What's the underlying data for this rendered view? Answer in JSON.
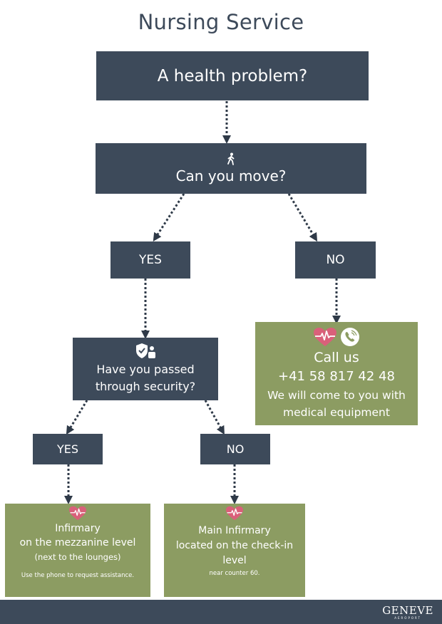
{
  "title": "Nursing Service",
  "nodes": {
    "health_problem": "A health problem?",
    "can_move": "Can you move?",
    "yes1": "YES",
    "no1": "NO",
    "passed_security": [
      "Have you passed",
      "through security?"
    ],
    "yes2": "YES",
    "no2": "NO",
    "call_us": {
      "heading": "Call us",
      "phone": "+41 58 817 42 48",
      "lines": [
        "We will come to you with",
        "medical equipment"
      ]
    },
    "infirmary_mezzanine": {
      "lines": [
        "Infirmary",
        "on the mezzanine level"
      ],
      "sub": "(next to the lounges)",
      "note": "Use the phone to request assistance."
    },
    "main_infirmary": {
      "lines": [
        "Main Infirmary",
        "located on the check-in",
        "level"
      ],
      "note": "near counter 60."
    }
  },
  "logo": {
    "name": "GENEVE",
    "tagline": "AEROPORT"
  },
  "colors": {
    "dark": "#3d4a5a",
    "green": "#8c9c62",
    "heart": "#d9607a",
    "arrow": "#2f3a48"
  },
  "icons": [
    "walking-person-icon",
    "security-shield-icon",
    "heart-pulse-icon",
    "phone-icon"
  ]
}
